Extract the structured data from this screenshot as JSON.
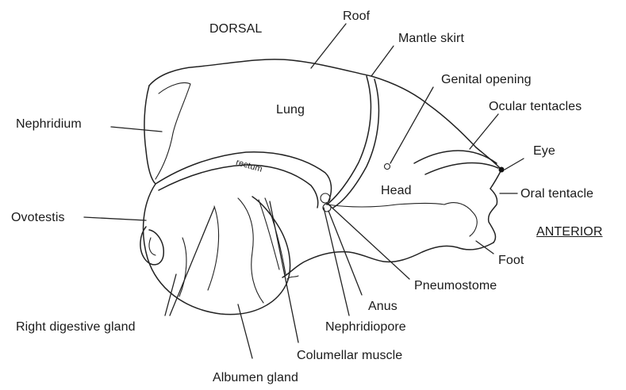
{
  "diagram": {
    "labels": {
      "dorsal": "DORSAL",
      "roof": "Roof",
      "mantle_skirt": "Mantle skirt",
      "genital_opening": "Genital opening",
      "ocular_tentacles": "Ocular tentacles",
      "eye": "Eye",
      "oral_tentacle": "Oral tentacle",
      "anterior": "ANTERIOR",
      "foot": "Foot",
      "pneumostome": "Pneumostome",
      "anus": "Anus",
      "nephridiopore": "Nephridiopore",
      "columellar_muscle": "Columellar muscle",
      "albumen_gland": "Albumen gland",
      "right_digestive_gland": "Right digestive gland",
      "ovotestis": "Ovotestis",
      "nephridium": "Nephridium",
      "lung": "Lung",
      "head": "Head",
      "rectum": "rectum"
    }
  }
}
